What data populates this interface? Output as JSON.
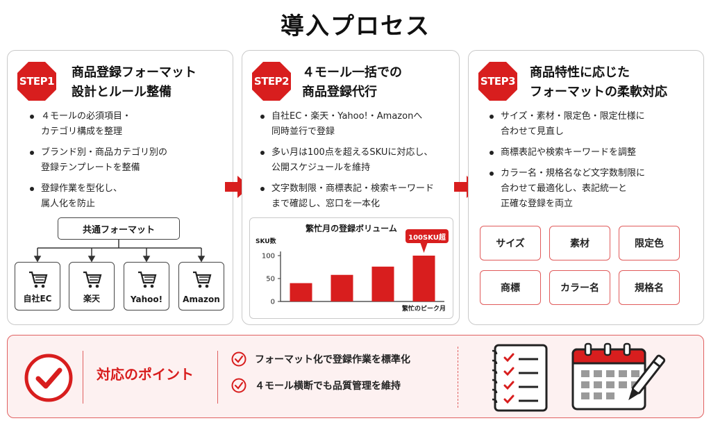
{
  "title": "導入プロセス",
  "colors": {
    "accent": "#d81e1e",
    "border": "#c9c9c9",
    "panel_bg": "#fdf1f1"
  },
  "steps": [
    {
      "badge": "STEP1",
      "title_line1": "商品登録フォーマット",
      "title_line2": "設計とルール整備",
      "bullets": [
        "４モールの必須項目・\nカテゴリ構成を整理",
        "ブランド別・商品カテゴリ別の\n登録テンプレートを整備",
        "登録作業を型化し、\n属人化を防止"
      ],
      "format_box": "共通フォーマット",
      "malls": [
        "自社EC",
        "楽天",
        "Yahoo!",
        "Amazon"
      ],
      "mall_icon": "cart-icon"
    },
    {
      "badge": "STEP2",
      "title_line1": "４モール一括での",
      "title_line2": "商品登録代行",
      "bullets": [
        "自社EC・楽天・Yahoo!・Amazonへ\n同時並行で登録",
        "多い月は100点を超えるSKUに対応し、\n公開スケジュールを維持",
        "文字数制限・商標表記・検索キーワード\nまで確認し、窓口を一本化"
      ]
    },
    {
      "badge": "STEP3",
      "title_line1": "商品特性に応じた",
      "title_line2": "フォーマットの柔軟対応",
      "bullets": [
        "サイズ・素材・限定色・限定仕様に\n合わせて見直し",
        "商標表記や検索キーワードを調整",
        "カラー名・規格名など文字数制限に\n合わせて最適化し、表記統一と\n正確な登録を両立"
      ],
      "tags": [
        "サイズ",
        "素材",
        "限定色",
        "商標",
        "カラー名",
        "規格名"
      ]
    }
  ],
  "chart_data": {
    "type": "bar",
    "title": "繁忙月の登録ボリューム",
    "ylabel": "SKU数",
    "xlabel": "",
    "categories": [
      "",
      "",
      "",
      ""
    ],
    "values": [
      40,
      58,
      76,
      100
    ],
    "ylim": [
      0,
      100
    ],
    "yticks": [
      "0",
      "50",
      "100"
    ],
    "callout": "100SKU超",
    "note": "繁忙のピーク月",
    "grid": false
  },
  "point": {
    "title": "対応のポイント",
    "items": [
      "フォーマット化で登録作業を標準化",
      "４モール横断でも品質管理を維持"
    ],
    "icons": [
      "check-circle-icon",
      "checklist-icon",
      "calendar-pen-icon"
    ]
  }
}
